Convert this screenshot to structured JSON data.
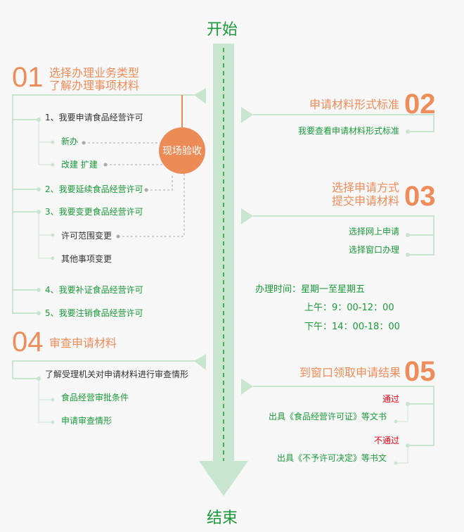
{
  "start_label": "开始",
  "end_label": "结束",
  "step01": {
    "number": "01",
    "title_line1": "选择办理业务类型",
    "title_line2": "了解办理事项材料",
    "items": [
      "1、我要申请食品经营许可",
      "新办",
      "改建 扩建",
      "2、我要延续食品经营许可",
      "3、我要变更食品经营许可",
      "许可范围变更",
      "其他事项变更",
      "4、我要补证食品经营许可",
      "5、我要注销食品经营许可"
    ],
    "inspection_label": "现场验收"
  },
  "step02": {
    "number": "02",
    "title": "申请材料形式标准",
    "items": [
      "我要查看申请材料形式标准"
    ]
  },
  "step03": {
    "number": "03",
    "title_line1": "选择申请方式",
    "title_line2": "提交申请材料",
    "items": [
      "选择网上申请",
      "选择窗口办理"
    ]
  },
  "hours": {
    "line1": "办理时间：星期一至星期五",
    "line2": "上午：9：00-12：00",
    "line3": "下午：14：00-18：00"
  },
  "step04": {
    "number": "04",
    "title": "审查申请材料",
    "items": [
      "了解受理机关对申请材料进行审查情形",
      "食品经营审批条件",
      "申请审查情形"
    ]
  },
  "step05": {
    "number": "05",
    "title": "到窗口领取申请结果",
    "pass_label": "通过",
    "pass_result": "出具《食品经营许可证》等文书",
    "fail_label": "不通过",
    "fail_result": "出具《不予许可决定》等书文"
  },
  "colors": {
    "accent": "#ee8c5a",
    "green": "#1a9a3a",
    "line": "#c8e6cf"
  }
}
